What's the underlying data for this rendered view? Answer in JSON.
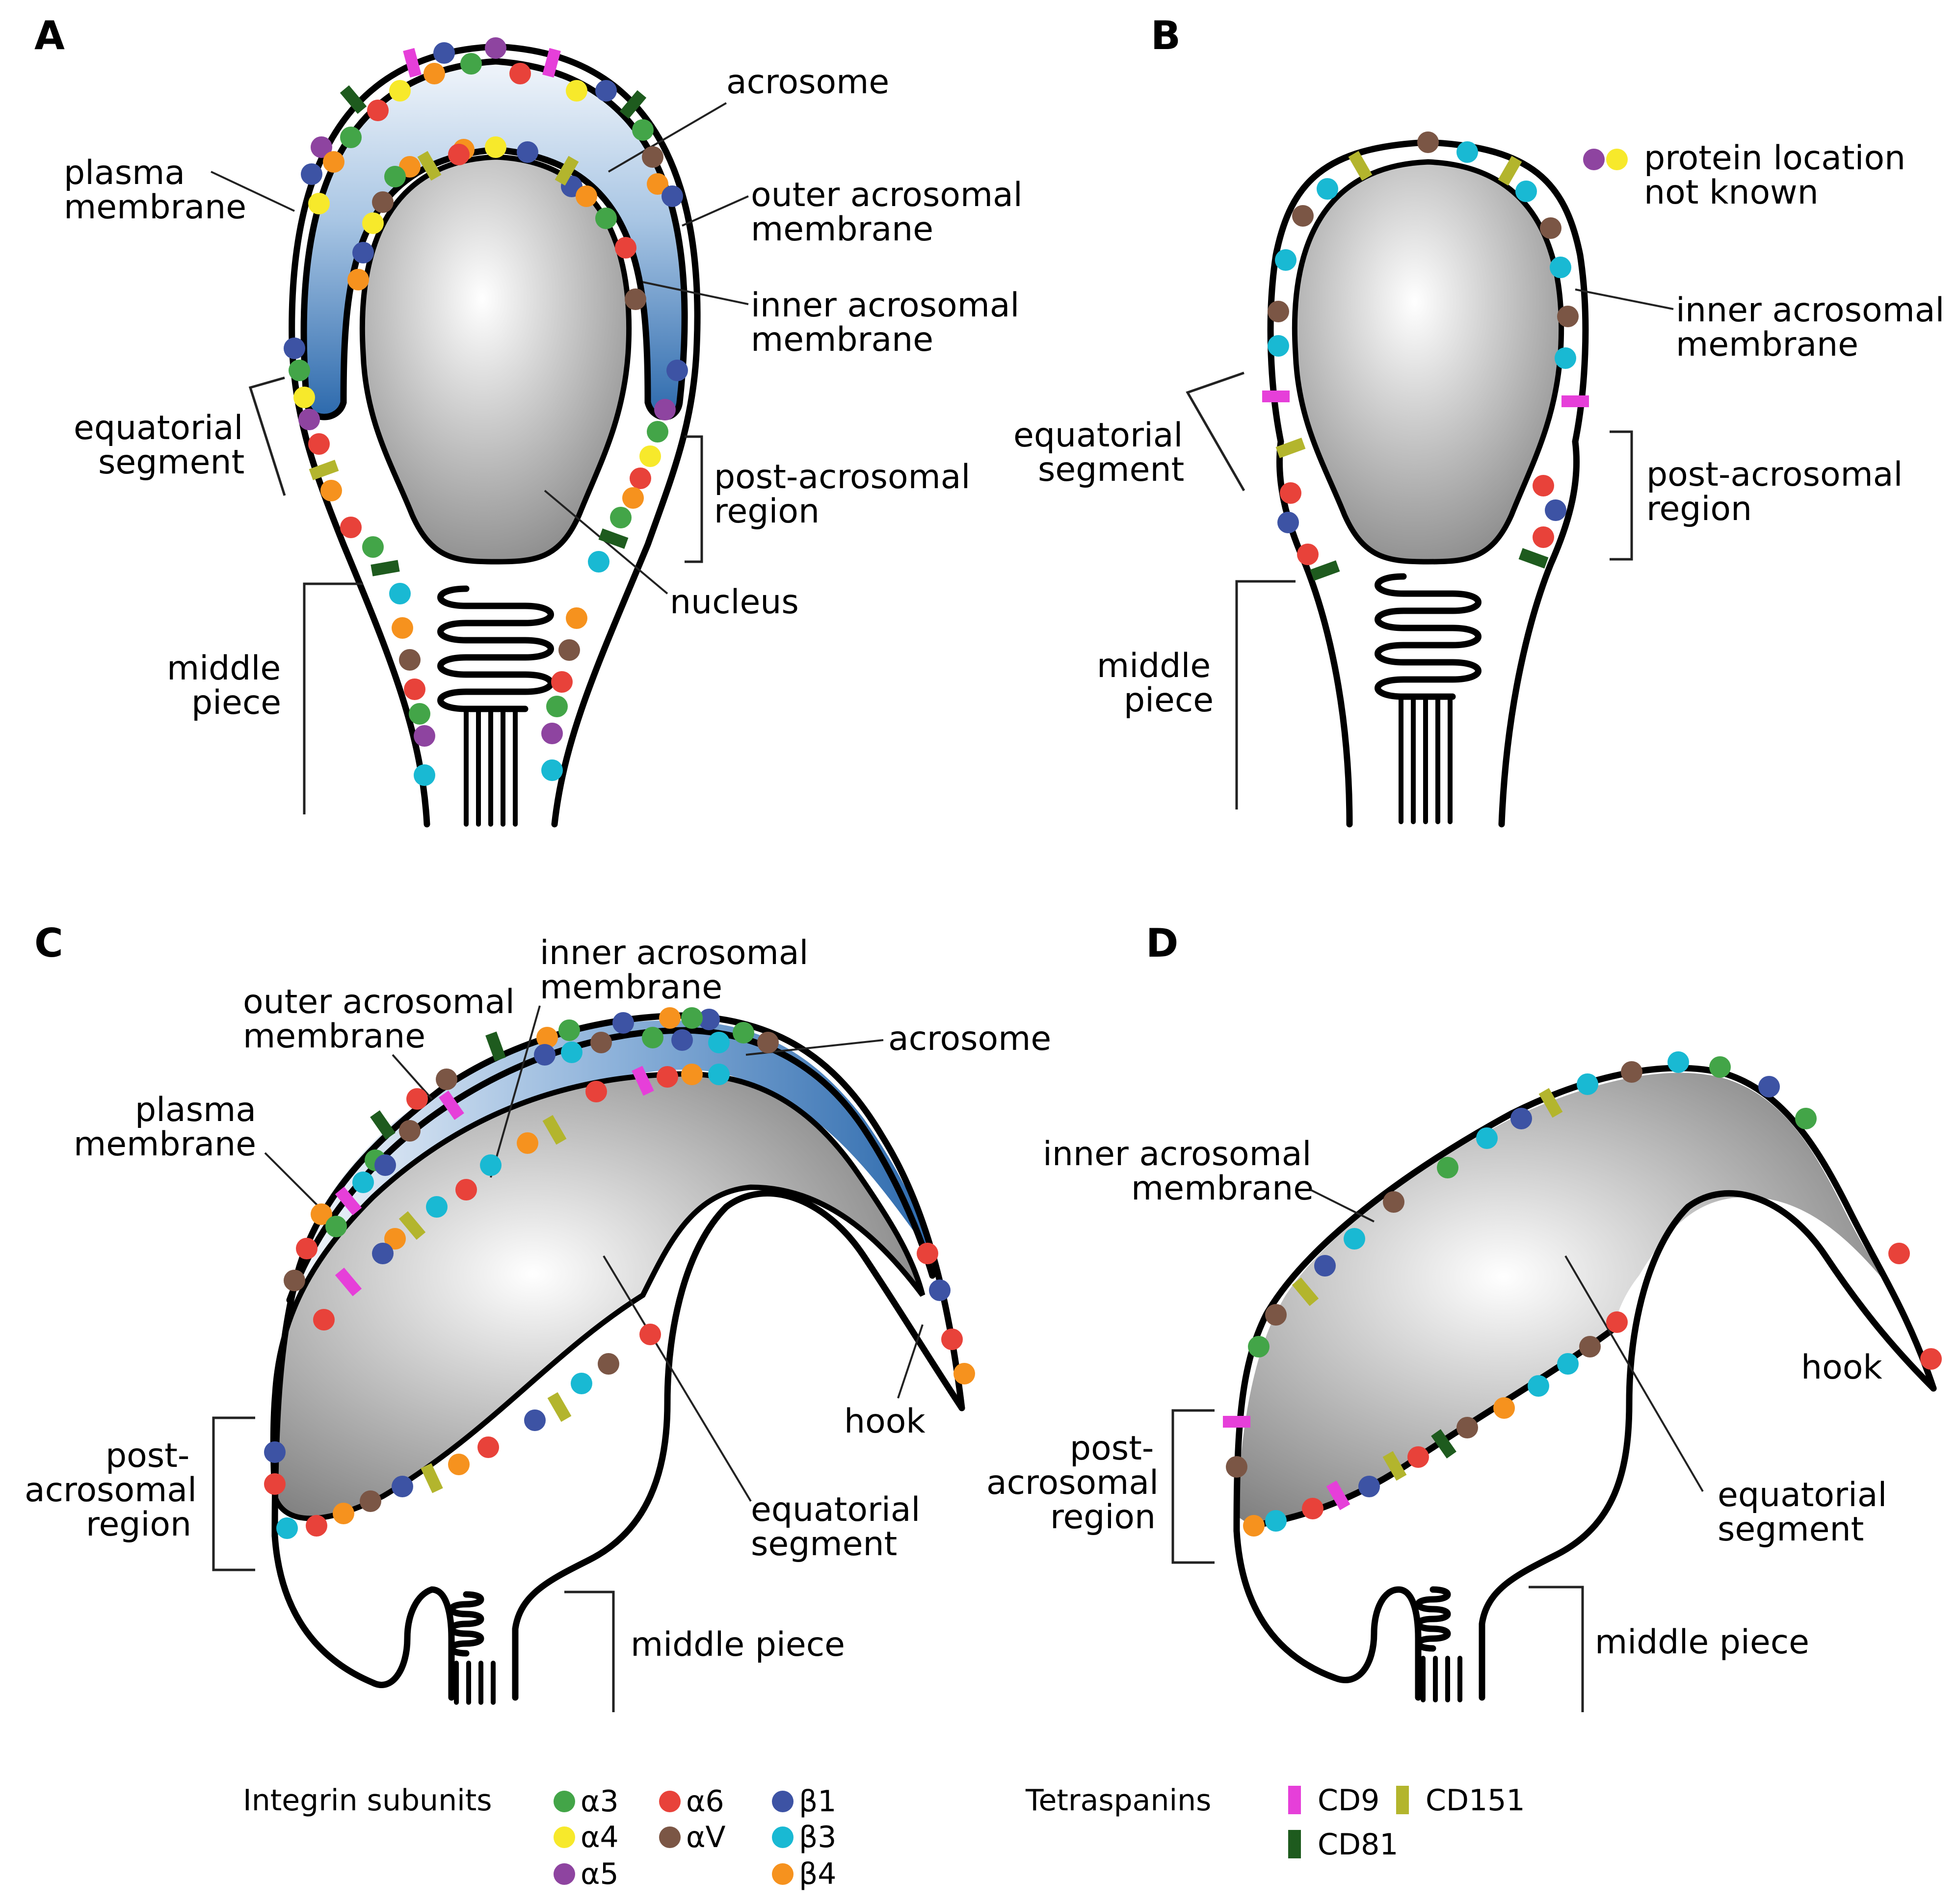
{
  "panels": {
    "a": {
      "letter": "A",
      "labels": {
        "acrosome": "acrosome",
        "plasma_membrane": [
          "plasma",
          "membrane"
        ],
        "outer_acrosomal_membrane": [
          "outer acrosomal",
          "membrane"
        ],
        "inner_acrosomal_membrane": [
          "inner acrosomal",
          "membrane"
        ],
        "equatorial_segment": [
          "equatorial",
          "segment"
        ],
        "post_acrosomal_region": [
          "post-acrosomal",
          "region"
        ],
        "nucleus": "nucleus",
        "middle_piece": [
          "middle",
          "piece"
        ]
      }
    },
    "b": {
      "letter": "B",
      "labels": {
        "protein_location": [
          "protein location",
          "not known"
        ],
        "inner_acrosomal_membrane": [
          "inner acrosomal",
          "membrane"
        ],
        "equatorial_segment": [
          "equatorial",
          "segment"
        ],
        "post_acrosomal_region": [
          "post-acrosomal",
          "region"
        ],
        "middle_piece": [
          "middle",
          "piece"
        ]
      }
    },
    "c": {
      "letter": "C",
      "labels": {
        "inner_acrosomal_membrane": [
          "inner acrosomal",
          "membrane"
        ],
        "outer_acrosomal_membrane": [
          "outer acrosomal",
          "membrane"
        ],
        "acrosome": "acrosome",
        "plasma_membrane": [
          "plasma",
          "membrane"
        ],
        "post_acrosomal_region": [
          "post-",
          "acrosomal",
          "region"
        ],
        "hook": "hook",
        "equatorial_segment": [
          "equatorial",
          "segment"
        ],
        "middle_piece": "middle piece"
      }
    },
    "d": {
      "letter": "D",
      "labels": {
        "inner_acrosomal_membrane": [
          "inner acrosomal",
          "membrane"
        ],
        "post_acrosomal_region": [
          "post-",
          "acrosomal",
          "region"
        ],
        "hook": "hook",
        "equatorial_segment": [
          "equatorial",
          "segment"
        ],
        "middle_piece": "middle piece"
      }
    }
  },
  "legend": {
    "integrin_title": "Integrin subunits",
    "tetraspanin_title": "Tetraspanins",
    "integrins": [
      {
        "key": "a3",
        "label": "α3",
        "color": "#43a548"
      },
      {
        "key": "a4",
        "label": "α4",
        "color": "#f7e92b"
      },
      {
        "key": "a5",
        "label": "α5",
        "color": "#8e44a0"
      },
      {
        "key": "a6",
        "label": "α6",
        "color": "#e8423a"
      },
      {
        "key": "aV",
        "label": "αV",
        "color": "#7b5645"
      },
      {
        "key": "b1",
        "label": "β1",
        "color": "#3d53a4"
      },
      {
        "key": "b3",
        "label": "β3",
        "color": "#19b9d3"
      },
      {
        "key": "b4",
        "label": "β4",
        "color": "#f6921e"
      }
    ],
    "tetraspanins": [
      {
        "key": "CD9",
        "label": "CD9",
        "color": "#e63fd9"
      },
      {
        "key": "CD151",
        "label": "CD151",
        "color": "#b3b52d"
      },
      {
        "key": "CD81",
        "label": "CD81",
        "color": "#1e5b1e"
      }
    ]
  },
  "colors": {
    "acrosome_light": "#e9f1f9",
    "acrosome_dark": "#2d6aad",
    "nucleus_light": "#ffffff",
    "nucleus_dark": "#8a8a8a",
    "unknown_marker_1": "#8e44a0",
    "unknown_marker_2": "#f7e92b"
  }
}
